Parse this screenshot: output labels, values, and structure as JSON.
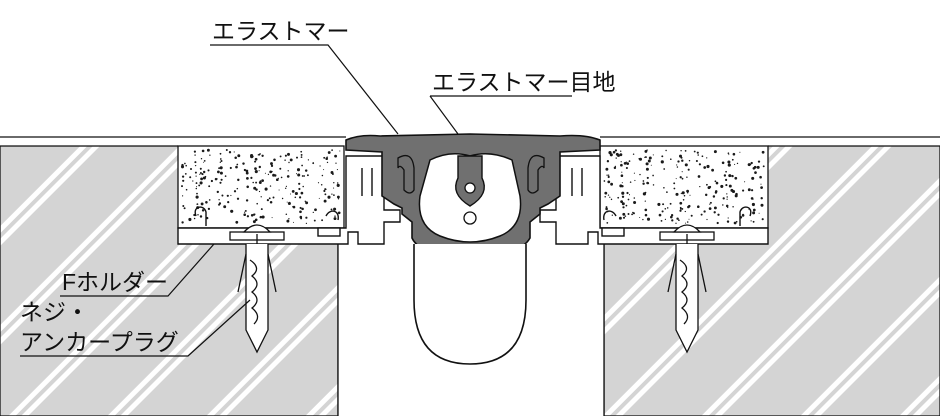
{
  "diagram": {
    "labels": {
      "elastomer": "エラストマー",
      "elastomer_joint": "エラストマー目地",
      "f_holder": "Fホルダー",
      "screw": "ネジ・",
      "anchor_plug": "アンカープラグ"
    },
    "colors": {
      "background": "#ffffff",
      "slab": "#d4d4d4",
      "hatch": "#ffffff",
      "elastomer": "#707070",
      "aluminum": "#ffffff",
      "mortar_dots": "#1a1a1a",
      "line": "#111111"
    }
  }
}
